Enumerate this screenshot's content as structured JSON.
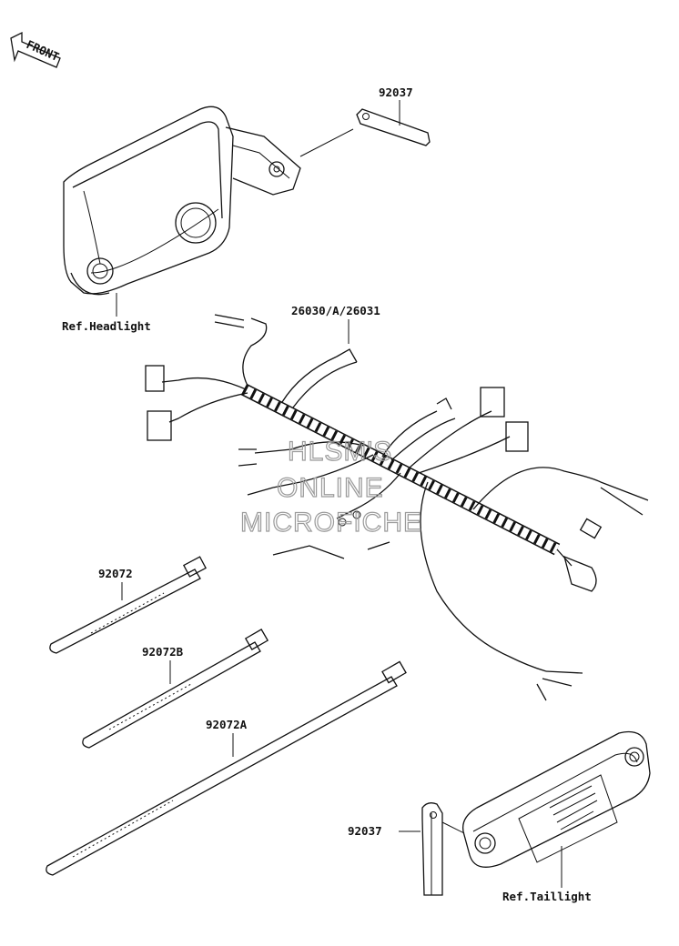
{
  "front_arrow": {
    "label": "FRONT"
  },
  "labels": {
    "headlight": "Ref.Headlight",
    "bracket_top": "92037",
    "harness": "26030/A/26031",
    "band_1": "92072",
    "band_2": "92072B",
    "band_3": "92072A",
    "bracket_bottom": "92037",
    "taillight": "Ref.Taillight"
  },
  "watermark": [
    "HLSM'S",
    "ONLINE",
    "MICROFICHE"
  ]
}
